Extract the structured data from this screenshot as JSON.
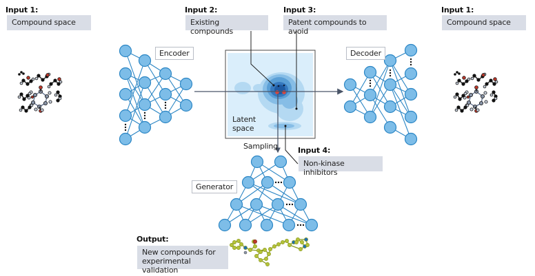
{
  "inputs": {
    "input1_left": {
      "heading": "Input 1:",
      "text": "Compound space"
    },
    "input2": {
      "heading": "Input 2:",
      "text": "Existing compounds"
    },
    "input3": {
      "heading": "Input 3:",
      "text": "Patent compounds to avoid"
    },
    "input1_right": {
      "heading": "Input 1:",
      "text": "Compound space"
    },
    "input4": {
      "heading": "Input 4:",
      "text": "Non-kinase inhibitors"
    }
  },
  "networks": {
    "encoder": {
      "label": "Encoder"
    },
    "decoder": {
      "label": "Decoder"
    },
    "generator": {
      "label": "Generator"
    }
  },
  "latent": {
    "label_line1": "Latent",
    "label_line2": "space"
  },
  "sampling": {
    "label": "Sampling"
  },
  "output": {
    "heading": "Output:",
    "line1": "New compounds for",
    "line2": "experimental validation"
  },
  "colors": {
    "node_fill": "#7dbde8",
    "node_stroke": "#2a85c4",
    "edge": "#2a85c4",
    "label_box": "#d9dde6",
    "arrow": "#4a5568",
    "output_molecule": "#b5c23a",
    "oxygen": "#c0392b",
    "nitrogen": "#1f6fb5"
  }
}
